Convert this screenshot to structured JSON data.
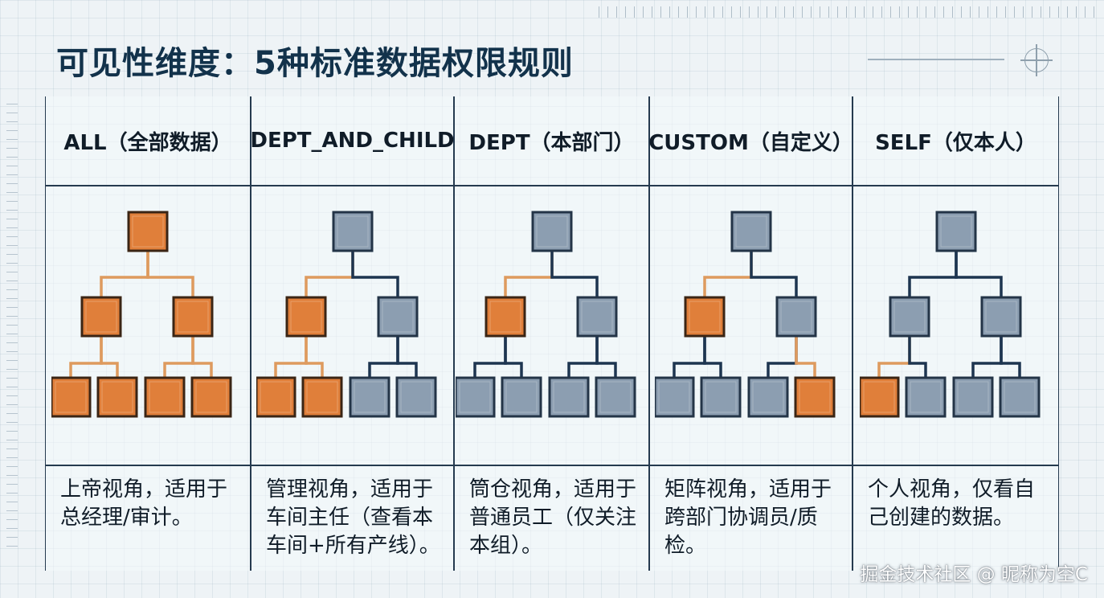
{
  "title": "可见性维度：5种标准数据权限规则",
  "watermark": "掘金技术社区 @ 昵称为空C",
  "colors": {
    "highlight": "#e07f3a",
    "highlight_border": "#3a2515",
    "neutral": "#8c9eb1",
    "neutral_border": "#233447",
    "line_dark": "#1d3550",
    "line_orange": "#de9a5e"
  },
  "rules": [
    {
      "header": "ALL（全部数据）",
      "desc_lines": [
        "上帝视角，适用于",
        "总经理/审计。"
      ],
      "highlighted_nodes": [
        "root",
        "l1a",
        "l1b",
        "l2a",
        "l2b",
        "l2c",
        "l2d"
      ]
    },
    {
      "header": "DEPT_AND_CHILD",
      "desc_lines": [
        "管理视角，适用于",
        "车间主任（查看本",
        "车间+所有产线）。"
      ],
      "highlighted_nodes": [
        "l1a",
        "l2a",
        "l2b"
      ]
    },
    {
      "header": "DEPT（本部门）",
      "desc_lines": [
        "筒仓视角，适用于",
        "普通员工（仅关注",
        "本组）。"
      ],
      "highlighted_nodes": [
        "l1a"
      ]
    },
    {
      "header": "CUSTOM（自定义）",
      "desc_lines": [
        "矩阵视角，适用于",
        "跨部门协调员/质",
        "检。"
      ],
      "highlighted_nodes": [
        "l1a",
        "l2d"
      ]
    },
    {
      "header": "SELF（仅本人）",
      "desc_lines": [
        "个人视角，仅看自",
        "己创建的数据。"
      ],
      "highlighted_nodes": [
        "l2a"
      ]
    }
  ]
}
